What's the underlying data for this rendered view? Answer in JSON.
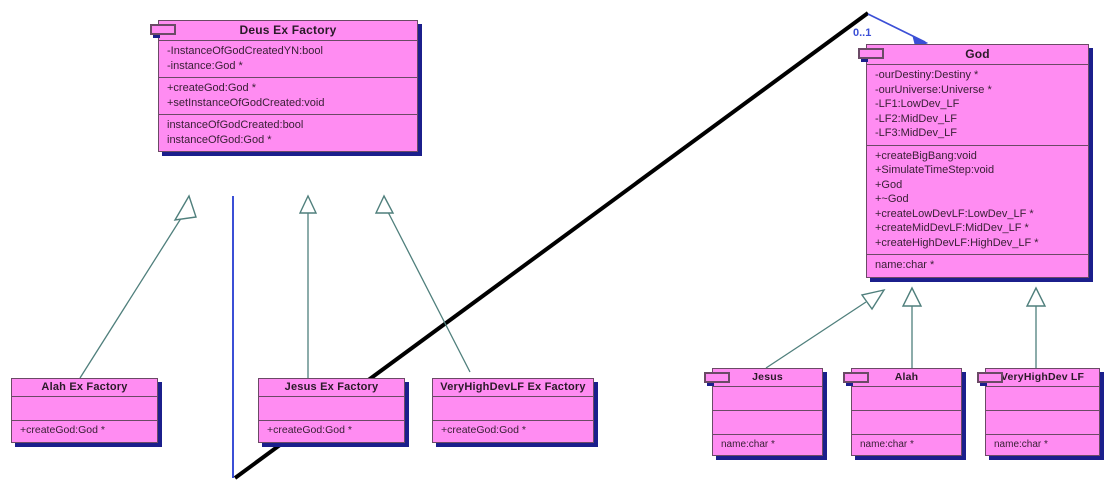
{
  "diagram": {
    "type": "uml-class-diagram",
    "background": "#ffffff",
    "class_fill": "#ff8cf2",
    "class_border": "#6b4a66",
    "class_shadow": "#1b1f8c",
    "generalization_color": "#4f7f7c",
    "association_color": "#3b4fd6",
    "annotation_color": "#000000"
  },
  "classes": {
    "deus_ex_factory": {
      "name": "Deus Ex Factory",
      "attributes": [
        "-InstanceOfGodCreatedYN:bool",
        "-instance:God *"
      ],
      "operations": [
        "+createGod:God *",
        "+setInstanceOfGodCreated:void"
      ],
      "extras": [
        "instanceOfGodCreated:bool",
        "instanceOfGod:God *"
      ]
    },
    "god": {
      "name": "God",
      "attributes": [
        "-ourDestiny:Destiny *",
        "-ourUniverse:Universe *",
        "-LF1:LowDev_LF",
        "-LF2:MidDev_LF",
        "-LF3:MidDev_LF"
      ],
      "operations": [
        "+createBigBang:void",
        "+SimulateTimeStep:void",
        "+God",
        "+~God",
        "+createLowDevLF:LowDev_LF *",
        "+createMidDevLF:MidDev_LF *",
        "+createHighDevLF:HighDev_LF *"
      ],
      "extras": [
        "name:char *"
      ]
    },
    "alah_ex_factory": {
      "name": "Alah Ex Factory",
      "attributes": [],
      "operations": [
        "+createGod:God *"
      ]
    },
    "jesus_ex_factory": {
      "name": "Jesus Ex Factory",
      "attributes": [],
      "operations": [
        "+createGod:God *"
      ]
    },
    "veryhighdevlf_ex_factory": {
      "name": "VeryHighDevLF Ex Factory",
      "attributes": [],
      "operations": [
        "+createGod:God *"
      ]
    },
    "jesus": {
      "name": "Jesus",
      "attributes": [],
      "operations": [],
      "extras": [
        "name:char *"
      ]
    },
    "alah": {
      "name": "Alah",
      "attributes": [],
      "operations": [],
      "extras": [
        "name:char *"
      ]
    },
    "veryhighdev_lf": {
      "name": "VeryHighDev LF",
      "attributes": [],
      "operations": [],
      "extras": [
        "name:char *"
      ]
    }
  },
  "relationships": {
    "multiplicity_label": "0..1",
    "generalizations": [
      {
        "from": "Alah Ex Factory",
        "to": "Deus Ex Factory"
      },
      {
        "from": "Jesus Ex Factory",
        "to": "Deus Ex Factory"
      },
      {
        "from": "VeryHighDevLF Ex Factory",
        "to": "Deus Ex Factory"
      },
      {
        "from": "Jesus",
        "to": "God"
      },
      {
        "from": "Alah",
        "to": "God"
      },
      {
        "from": "VeryHighDev LF",
        "to": "God"
      }
    ],
    "associations": [
      {
        "from": "Deus Ex Factory",
        "to": "God",
        "multiplicity": "0..1"
      }
    ]
  }
}
